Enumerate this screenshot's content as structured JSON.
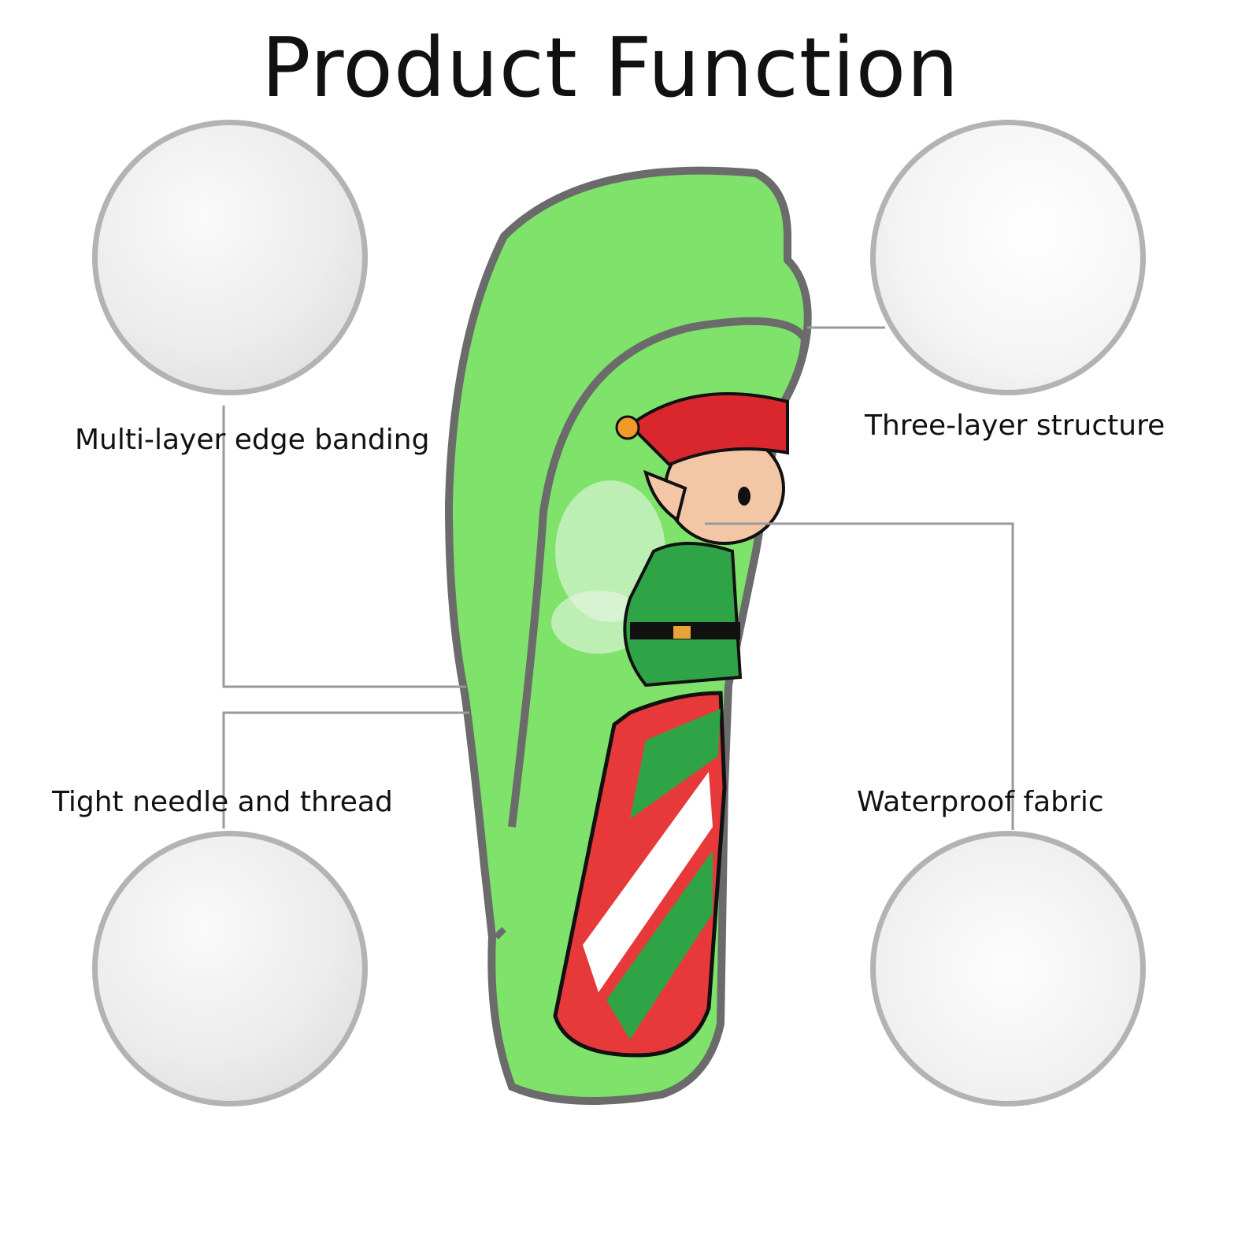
{
  "title": "Product Function",
  "features": [
    {
      "label": "Multi-layer edge banding"
    },
    {
      "label": "Three-layer structure"
    },
    {
      "label": "Tight needle and thread"
    },
    {
      "label": "Waterproof fabric"
    }
  ],
  "colors": {
    "cover_green": "#7ee26b",
    "trim_gray": "#6b6b6b",
    "ring_gray": "#b3b3b3"
  }
}
